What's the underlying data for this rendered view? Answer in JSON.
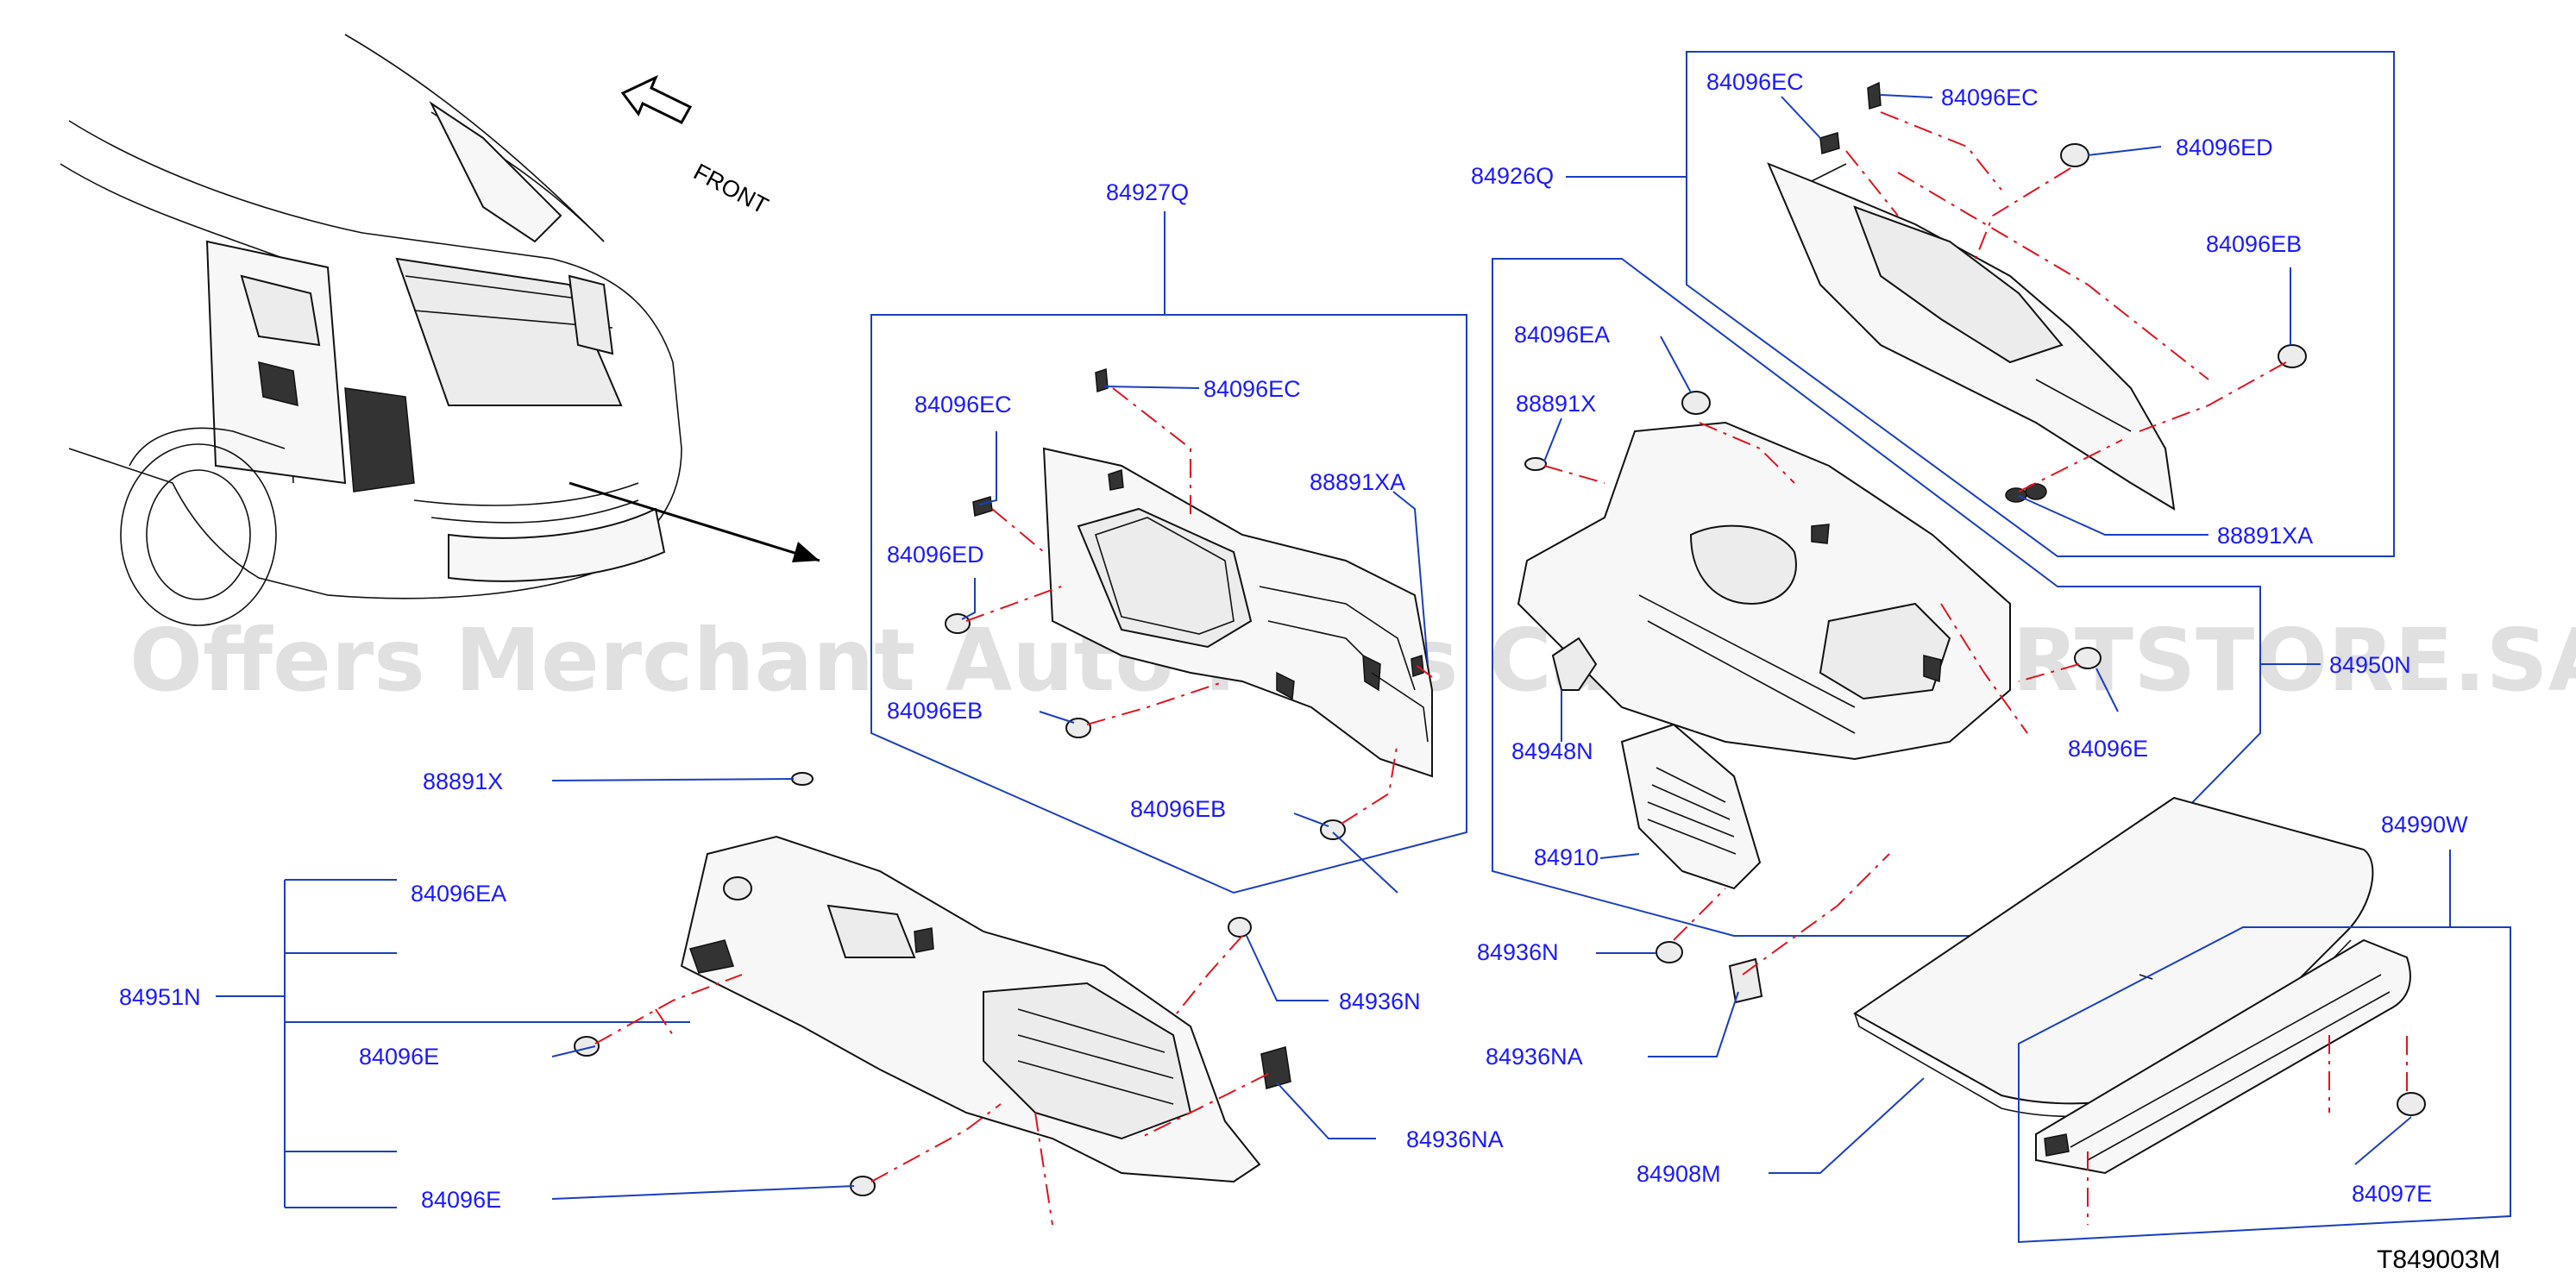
{
  "front_label": "FRONT",
  "diagram_code": "T849003M",
  "watermark": "Offers Merchant Auto Parts Catalog PARTSTORE.SA",
  "labels": {
    "p84927Q": "84927Q",
    "p84926Q": "84926Q",
    "p84096EC_a": "84096EC",
    "p84096EC_b": "84096EC",
    "p84096EC_c": "84096EC",
    "p84096EC_d": "84096EC",
    "p84096ED_a": "84096ED",
    "p84096ED_b": "84096ED",
    "p84096EB_a": "84096EB",
    "p84096EB_b": "84096EB",
    "p84096EB_c": "84096EB",
    "p88891XA_a": "88891XA",
    "p88891XA_b": "88891XA",
    "p84096EA_a": "84096EA",
    "p84096EA_b": "84096EA",
    "p88891X_a": "88891X",
    "p88891X_b": "88891X",
    "p84948N": "84948N",
    "p84950N": "84950N",
    "p84096E_a": "84096E",
    "p84096E_b": "84096E",
    "p84096E_c": "84096E",
    "p84910": "84910",
    "p84936N_a": "84936N",
    "p84936N_b": "84936N",
    "p84936NA_a": "84936NA",
    "p84936NA_b": "84936NA",
    "p84951N": "84951N",
    "p84908M": "84908M",
    "p84990W": "84990W",
    "p84097E": "84097E"
  }
}
